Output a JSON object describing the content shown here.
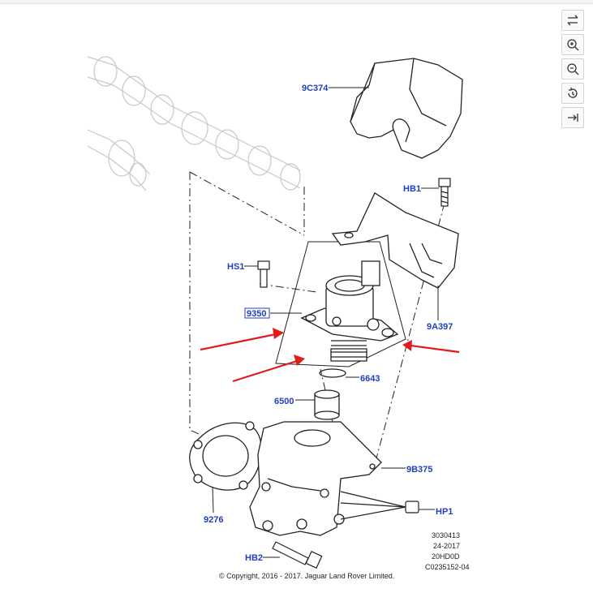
{
  "toolbar": {
    "buttons": [
      {
        "name": "swap-icon",
        "label": "swap"
      },
      {
        "name": "zoom-in-icon",
        "label": "zoom in"
      },
      {
        "name": "zoom-out-icon",
        "label": "zoom out"
      },
      {
        "name": "reset-icon",
        "label": "reset"
      },
      {
        "name": "expand-icon",
        "label": "expand"
      }
    ]
  },
  "labels": {
    "l9C374": "9C374",
    "lHB1": "HB1",
    "lHS1": "HS1",
    "l9350": "9350",
    "l9A397": "9A397",
    "l6643": "6643",
    "l6500": "6500",
    "l9B375": "9B375",
    "l9276": "9276",
    "lHP1": "HP1",
    "lHB2": "HB2"
  },
  "meta": {
    "line1": "3030413",
    "line2": "24-2017",
    "line3": "20HD0D",
    "line4": "C0235152-04",
    "copyright": "© Copyright, 2016 - 2017. Jaguar Land Rover Limited."
  },
  "colors": {
    "label": "#1f3fbf",
    "arrow": "#e01b1b",
    "line": "#222222",
    "ghost": "#c8c8c8"
  }
}
